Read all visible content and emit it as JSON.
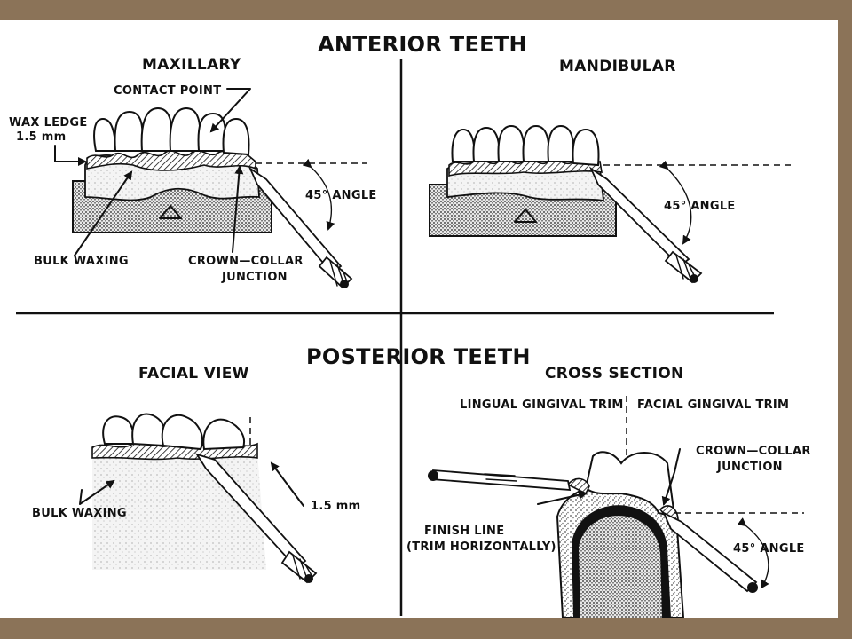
{
  "colors": {
    "frame": "#8b7358",
    "sheet": "#ffffff",
    "ink": "#111111",
    "stipple": "#9a9a9a"
  },
  "sections": {
    "anterior": {
      "title": "ANTERIOR TEETH",
      "maxillary": {
        "title": "MAXILLARY",
        "contact_point": "CONTACT POINT",
        "wax_ledge_line1": "WAX LEDGE",
        "wax_ledge_line2": "1.5 mm",
        "angle": "45° ANGLE",
        "bulk_waxing": "BULK WAXING",
        "crown_collar_line1": "CROWN—COLLAR",
        "crown_collar_line2": "JUNCTION"
      },
      "mandibular": {
        "title": "MANDIBULAR",
        "angle": "45° ANGLE"
      }
    },
    "posterior": {
      "title": "POSTERIOR TEETH",
      "facial_view": {
        "title": "FACIAL VIEW",
        "bulk_waxing": "BULK WAXING",
        "measurement": "1.5 mm"
      },
      "cross_section": {
        "title": "CROSS SECTION",
        "lingual_trim": "LINGUAL GINGIVAL TRIM",
        "facial_trim": "FACIAL GINGIVAL TRIM",
        "crown_collar_line1": "CROWN—COLLAR",
        "crown_collar_line2": "JUNCTION",
        "finish_line_line1": "FINISH LINE",
        "finish_line_line2": "(TRIM HORIZONTALLY)",
        "angle": "45° ANGLE"
      }
    }
  }
}
